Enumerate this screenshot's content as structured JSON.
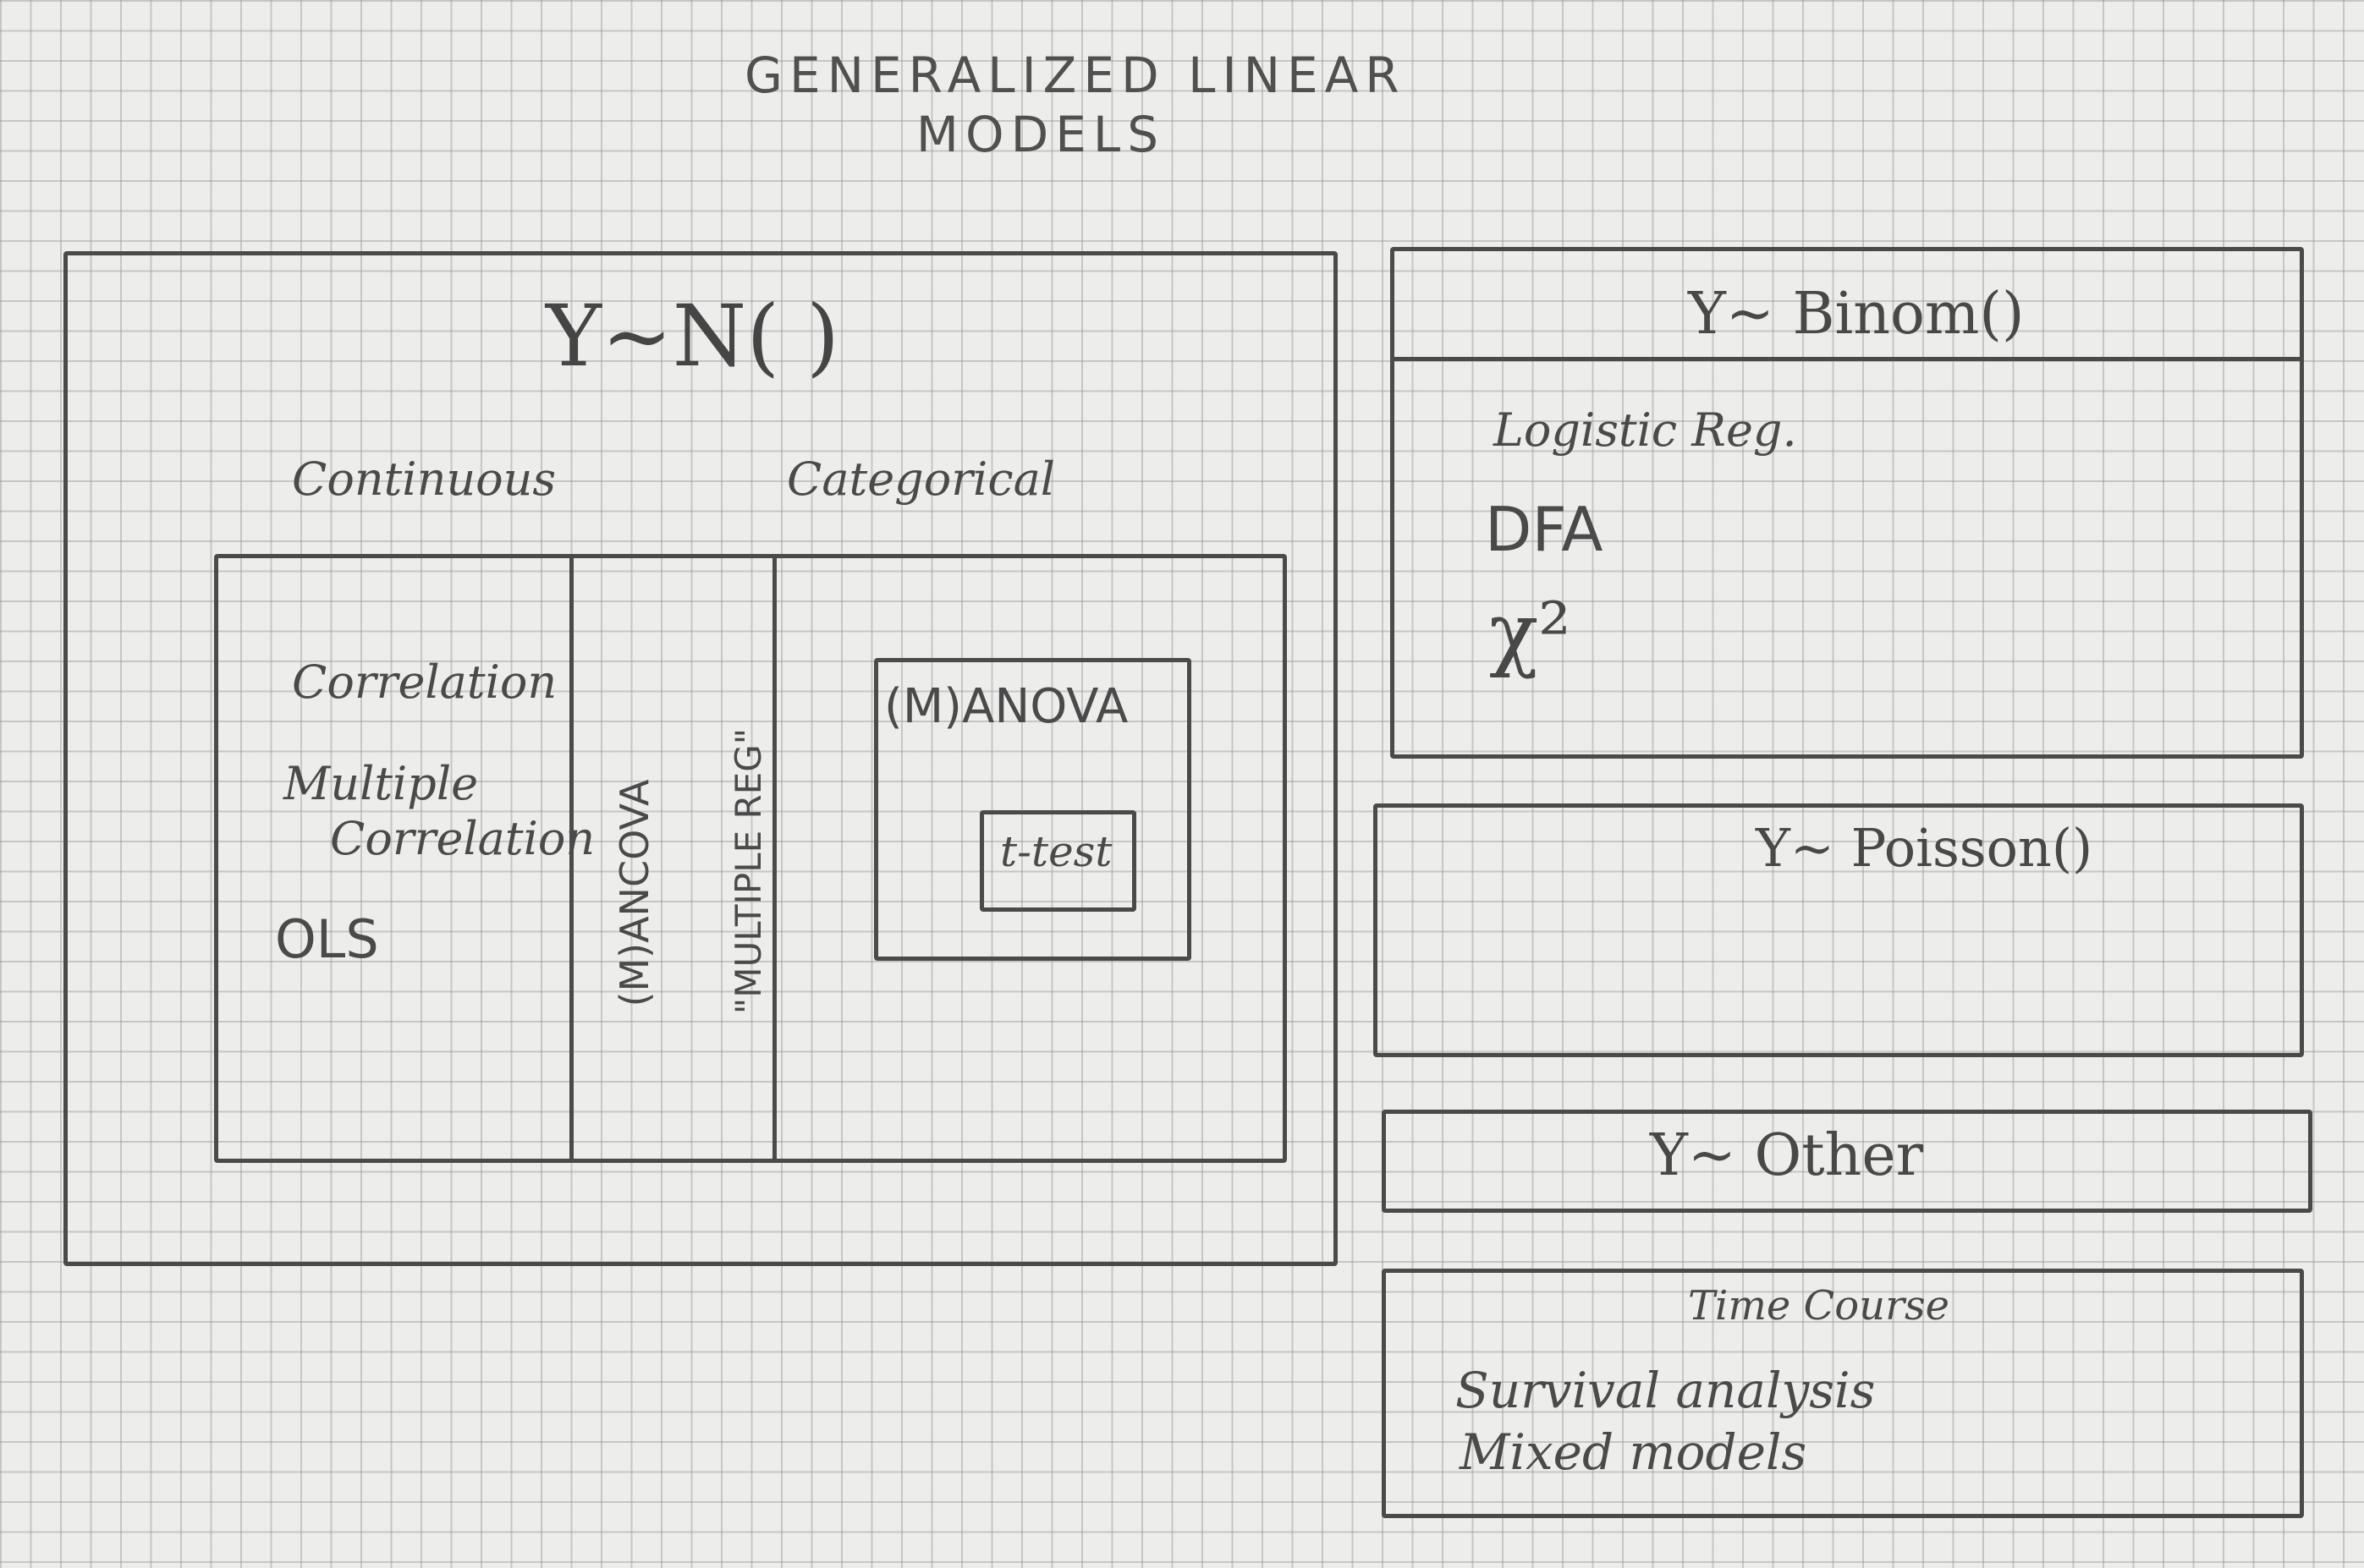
{
  "title": {
    "line1": "GENERALIZED LINEAR",
    "line2": "MODELS"
  },
  "normal": {
    "header": "Y~N( )",
    "continuous_label": "Continuous",
    "categorical_label": "Categorical",
    "continuous_methods": [
      "Correlation",
      "Multiple",
      "Correlation",
      "OLS"
    ],
    "mancova": "(M)ANCOVA",
    "multiple_reg": "\"MULTIPLE REG\"",
    "manova": "(M)ANOVA",
    "ttest": "t-test"
  },
  "binomial": {
    "header": "Y~ Binom()",
    "methods": [
      "Logistic Reg.",
      "DFA",
      "χ²"
    ]
  },
  "poisson": {
    "header": "Y~ Poisson()"
  },
  "other": {
    "header": "Y~ Other"
  },
  "time_course": {
    "header": "Time Course",
    "methods": [
      "Survival analysis",
      "Mixed models"
    ]
  },
  "colors": {
    "paper": "#ededeb",
    "grid": "#969696",
    "pencil": "#4a4a4a"
  }
}
